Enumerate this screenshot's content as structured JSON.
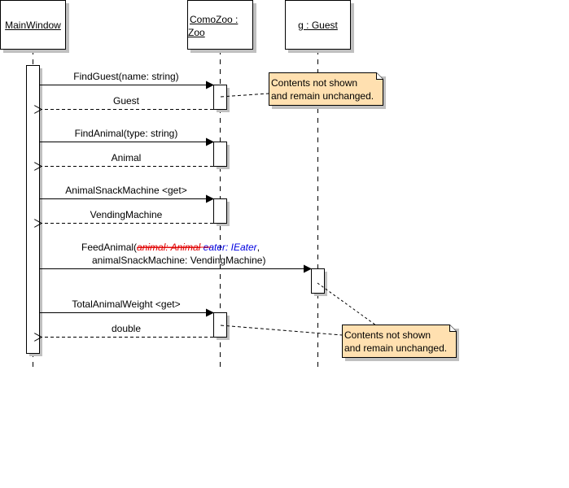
{
  "diagram": {
    "type": "UML sequence diagram",
    "lifelines": [
      {
        "id": "mainwindow",
        "label": "MainWindow"
      },
      {
        "id": "comozoo",
        "label_line1": "ComoZoo :",
        "label_line2": "Zoo"
      },
      {
        "id": "guest",
        "label": "g : Guest"
      }
    ],
    "messages": [
      {
        "from": "mainwindow",
        "to": "comozoo",
        "kind": "call",
        "label": "FindGuest(name: string)"
      },
      {
        "from": "comozoo",
        "to": "mainwindow",
        "kind": "return",
        "label": "Guest"
      },
      {
        "from": "mainwindow",
        "to": "comozoo",
        "kind": "call",
        "label": "FindAnimal(type: string)"
      },
      {
        "from": "comozoo",
        "to": "mainwindow",
        "kind": "return",
        "label": "Animal"
      },
      {
        "from": "mainwindow",
        "to": "comozoo",
        "kind": "call",
        "label": "AnimalSnackMachine <get>"
      },
      {
        "from": "comozoo",
        "to": "mainwindow",
        "kind": "return",
        "label": "VendingMachine"
      },
      {
        "from": "mainwindow",
        "to": "guest",
        "kind": "call",
        "label_prefix": "FeedAnimal(",
        "label_removed": "animal: Animal",
        "label_added": "eater: IEater",
        "label_suffix": ",",
        "label_line2": "animalSnackMachine: VendingMachine)"
      },
      {
        "from": "mainwindow",
        "to": "comozoo",
        "kind": "call",
        "label": "TotalAnimalWeight <get>"
      },
      {
        "from": "comozoo",
        "to": "mainwindow",
        "kind": "return",
        "label": "double"
      }
    ],
    "notes": [
      {
        "line1": "Contents not shown",
        "line2": "and remain unchanged."
      },
      {
        "line1": "Contents not shown",
        "line2": "and remain unchanged."
      }
    ],
    "colors": {
      "note_fill": "#ffe0b0",
      "removed_text": "#e00000",
      "added_text": "#0000e0",
      "shadow": "#c0c0c0"
    }
  }
}
